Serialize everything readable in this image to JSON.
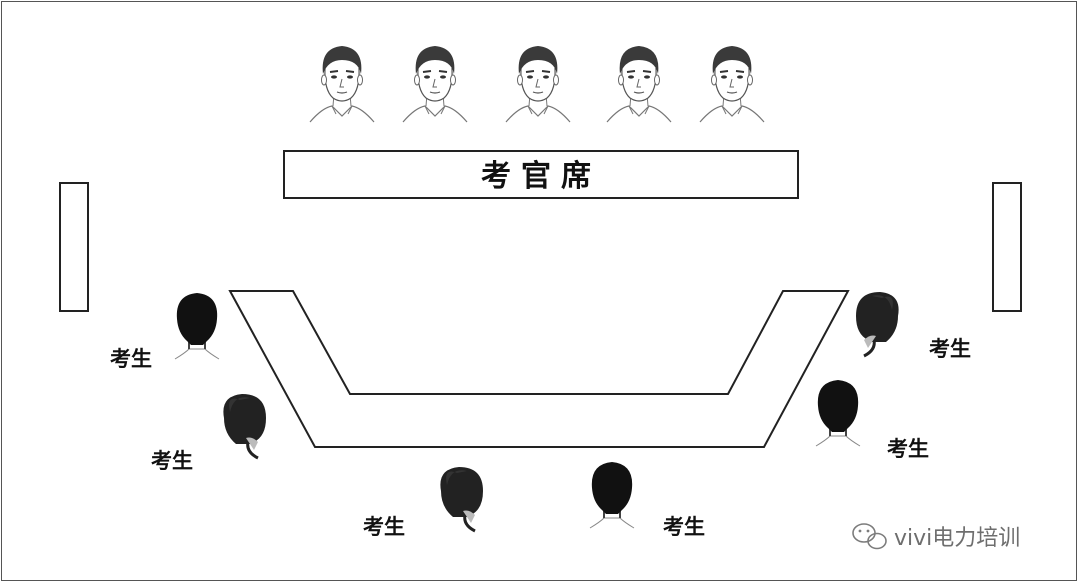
{
  "diagram": {
    "examiner_desk_label": "考官席",
    "candidate_label": "考生",
    "examiner_count": 5,
    "candidates": [
      {
        "label": "考生"
      },
      {
        "label": "考生"
      },
      {
        "label": "考生"
      },
      {
        "label": "考生"
      },
      {
        "label": "考生"
      },
      {
        "label": "考生"
      }
    ],
    "watermark": "vivi电力培训",
    "watermark_icon": "wechat-icon"
  }
}
